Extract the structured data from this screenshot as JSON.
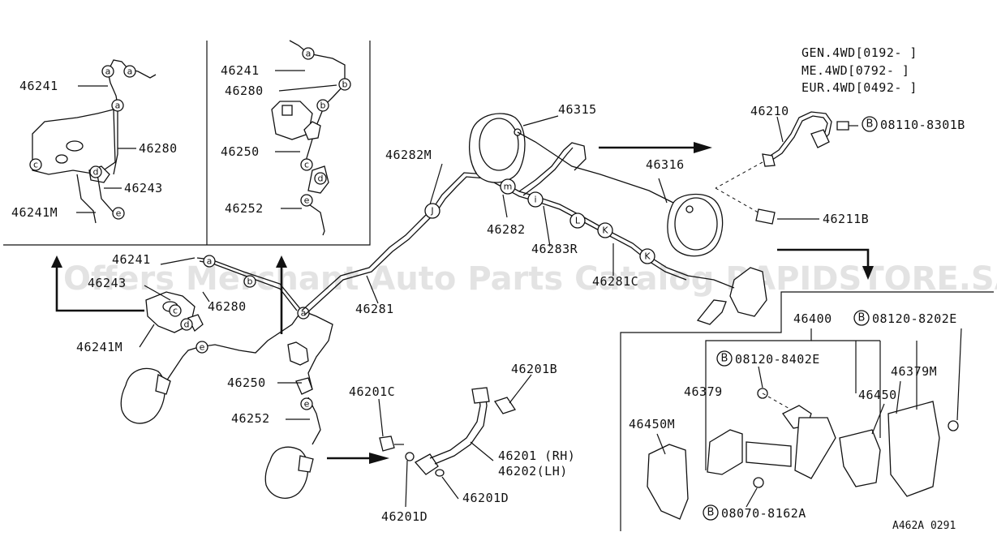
{
  "notes": {
    "line1": "GEN.4WD[0192-    ]",
    "line2": "ME.4WD[0792-    ]",
    "line3": "EUR.4WD[0492-    ]"
  },
  "labels": {
    "p46241_a": "46241",
    "p46280_a": "46280",
    "p46243": "46243",
    "p46241M_a": "46241M",
    "p46241_b": "46241",
    "p46280_b": "46280",
    "p46250_a": "46250",
    "p46252_a": "46252",
    "p46241_c": "46241",
    "p46243_b": "46243",
    "p46280_c": "46280",
    "p46241M_b": "46241M",
    "p46250_b": "46250",
    "p46252_b": "46252",
    "p46282M": "46282M",
    "p46282": "46282",
    "p46281": "46281",
    "p46283R": "46283R",
    "p46281C": "46281C",
    "p46315": "46315",
    "p46316": "46316",
    "p46210": "46210",
    "p46211B": "46211B",
    "p46201B": "46201B",
    "p46201C": "46201C",
    "p46201": "46201 (RH)",
    "p46202": "46202(LH)",
    "p46201D_a": "46201D",
    "p46201D_b": "46201D",
    "p46400": "46400",
    "p46379": "46379",
    "p46379M": "46379M",
    "p46450": "46450",
    "p46450M": "46450M",
    "bolt1": "08110-8301B",
    "bolt2": "08120-8202E",
    "bolt3": "08120-8402E",
    "bolt4": "08070-8162A",
    "bolt_mark": "B",
    "diagram_code": "A462A 0291"
  },
  "callouts": {
    "a": "a",
    "b": "b",
    "c": "c",
    "d": "d",
    "e": "e",
    "j": "J",
    "m": "m",
    "i": "i",
    "l": "L",
    "k": "K"
  },
  "watermark": "Offers Merchant Auto Parts Catalog RAPIDSTORE.SA"
}
